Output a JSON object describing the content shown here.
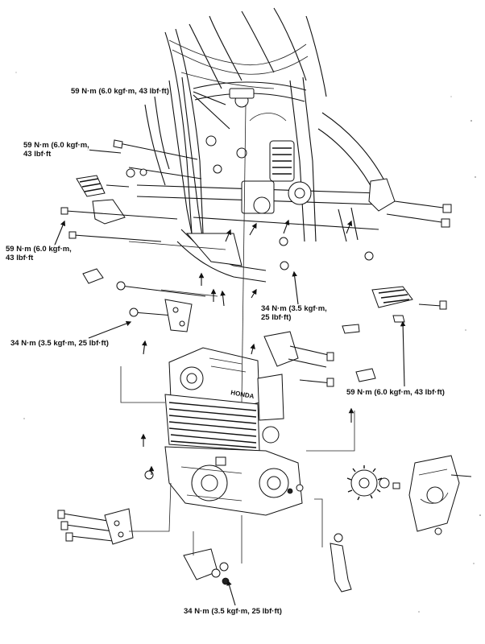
{
  "labels": {
    "upper_mount": "59 N·m (6.0 kgf·m, 43 lbf·ft)",
    "front_upper_line1": "59 N·m (6.0 kgf·m,",
    "front_upper_line2": "43 lbf·ft",
    "front_lower_line1": "59 N·m (6.0 kgf·m,",
    "front_lower_line2": "43 lbf·ft",
    "center_line1": "34 N·m (3.5 kgf·m,",
    "center_line2": "25 lbf·ft)",
    "left_bracket": "34 N·m (3.5 kgf·m, 25 lbf·ft)",
    "right_footpeg": "59 N·m (6.0 kgf·m, 43 lbf·ft)",
    "bottom_bracket": "34 N·m (3.5 kgf·m, 25 lbf·ft)"
  },
  "engine_stamp": "HONDA"
}
